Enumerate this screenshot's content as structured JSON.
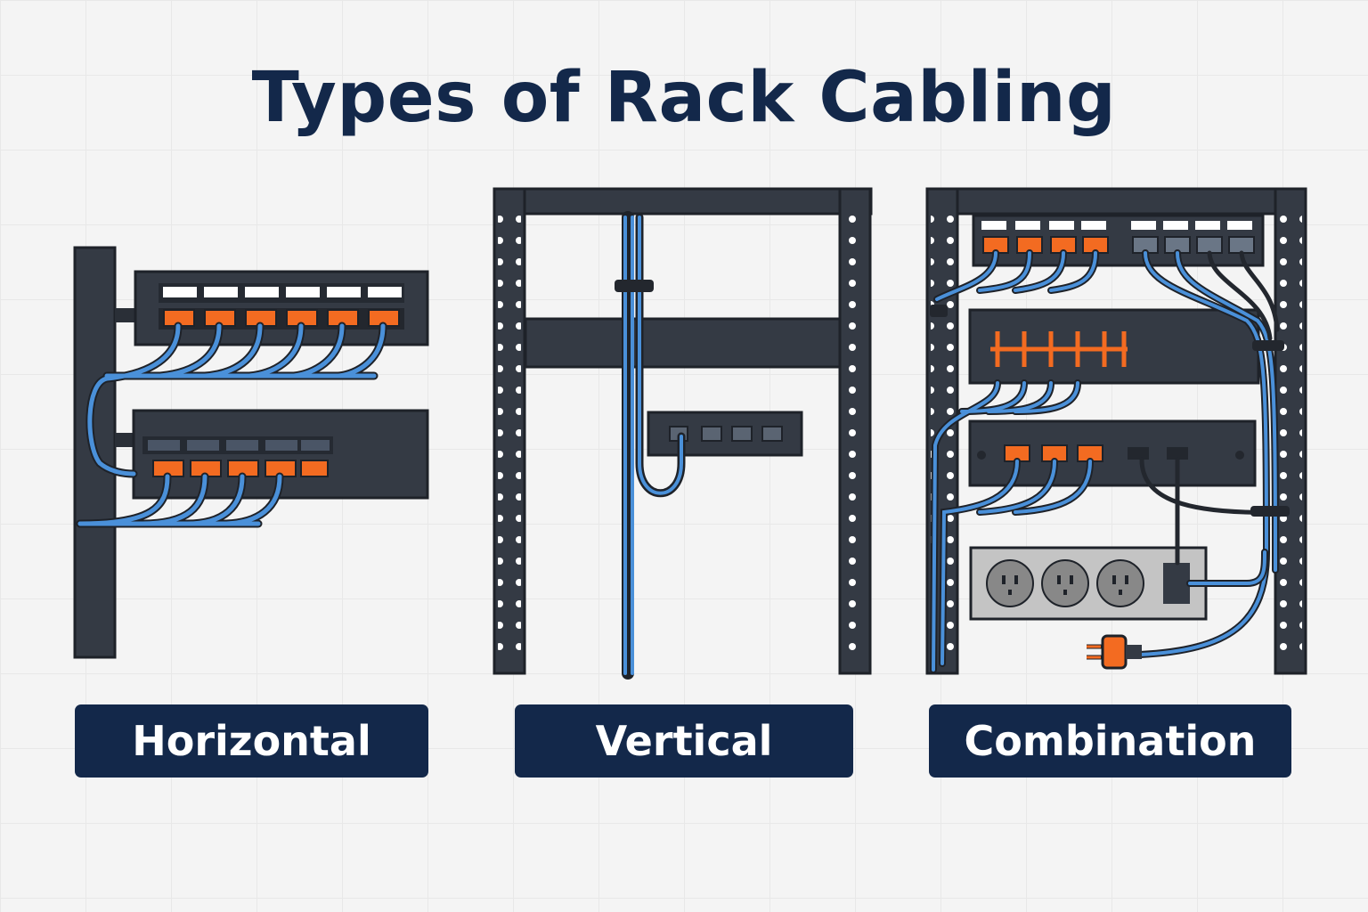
{
  "title": "Types of Rack Cabling",
  "panels": [
    {
      "label": "Horizontal"
    },
    {
      "label": "Vertical"
    },
    {
      "label": "Combination"
    }
  ],
  "colors": {
    "title_and_label": "#13284a",
    "rack_frame": "#343a44",
    "cable_blue": "#4a90d9",
    "port_orange": "#f36b21",
    "power_strip": "#c4c4c4",
    "background": "#f4f4f4"
  },
  "icons": [
    "rack-frame-icon",
    "patch-panel-icon",
    "cable-bundle-icon",
    "cable-tie-icon",
    "power-strip-icon",
    "power-plug-icon"
  ]
}
